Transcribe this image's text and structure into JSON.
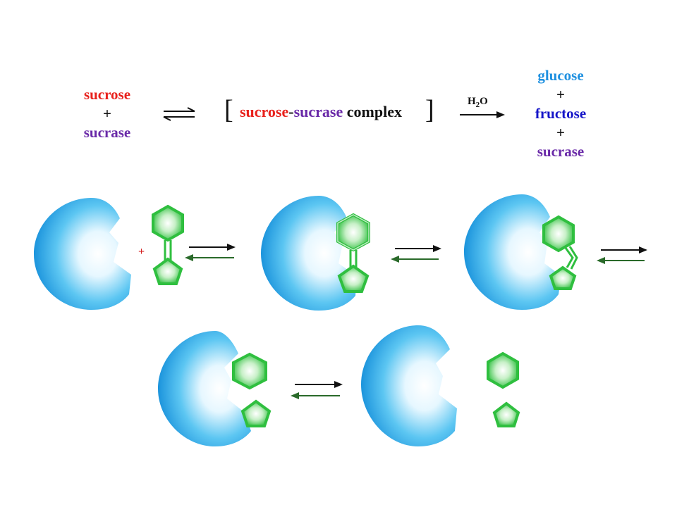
{
  "equation": {
    "reactants": {
      "substrate": "sucrose",
      "plus": "+",
      "enzyme": "sucrase"
    },
    "complex": {
      "open_bracket": "[",
      "substrate": "sucrose",
      "hyphen": "-",
      "enzyme": "sucrase",
      "word": " complex",
      "close_bracket": "]"
    },
    "catalyst_label": {
      "prefix": "H",
      "subscript": "2",
      "suffix": "O"
    },
    "products": {
      "product1": "glucose",
      "plus1": "+",
      "product2": "fructose",
      "plus2": "+",
      "enzyme": "sucrase"
    }
  },
  "colors": {
    "substrate_red": "#e8211c",
    "enzyme_purple": "#6a2aa8",
    "glucose_blue": "#1e90e0",
    "fructose_blue": "#1414c8",
    "enzyme_body": "#18a6e8",
    "substrate_green": "#2fbf3f",
    "plus_red": "#d42020",
    "arrow": "#111111"
  },
  "icons": [
    "equilibrium-arrow-icon",
    "reaction-arrow-icon",
    "enzyme-icon",
    "hexagon-ring-icon",
    "pentagon-ring-icon"
  ]
}
